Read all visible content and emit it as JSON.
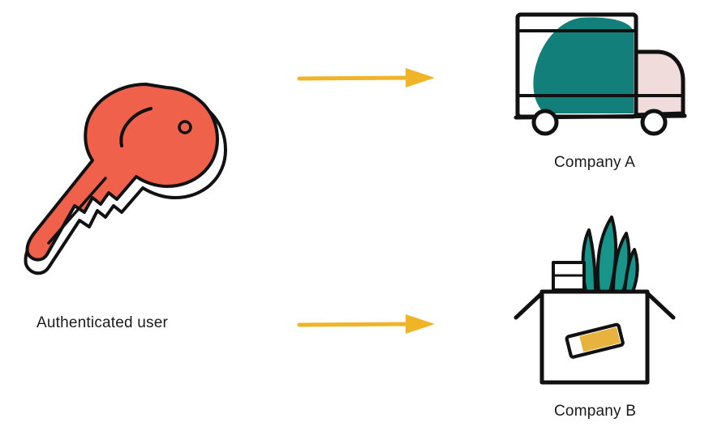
{
  "labels": {
    "user": "Authenticated user",
    "company_a": "Company A",
    "company_b": "Company B"
  },
  "icons": {
    "user": "key-icon",
    "company_a": "truck-icon",
    "company_b": "box-with-plant-icon"
  },
  "colors": {
    "key_fill": "#f0614b",
    "arrow": "#f0b429",
    "truck_teal": "#127f7a",
    "truck_cab_pink": "#f0dcda",
    "plant_teal": "#17958a",
    "box_sticker": "#e8b23e",
    "outline": "#111111"
  }
}
